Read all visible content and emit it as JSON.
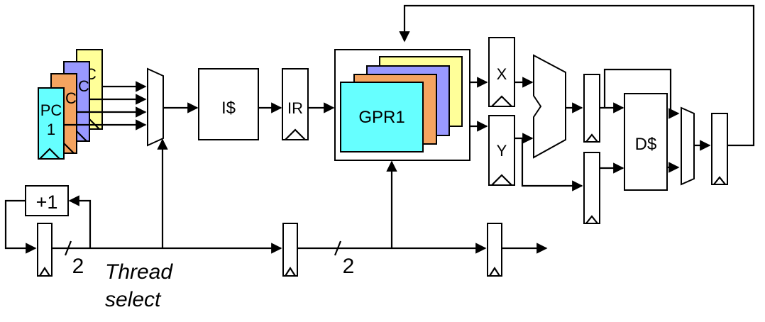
{
  "colors": {
    "yellow": "#FFFF99",
    "lavender": "#9999FF",
    "orange": "#F4A460",
    "cyan": "#66FFFF",
    "white": "#FFFFFF",
    "line": "#000000"
  },
  "pc_registers": [
    {
      "label": "C",
      "color": "yellow"
    },
    {
      "label": "C",
      "color": "lavender"
    },
    {
      "label": "C",
      "color": "orange"
    },
    {
      "label_line1": "PC",
      "label_line2": "1",
      "color": "cyan"
    }
  ],
  "labels": {
    "icache": "I$",
    "ir": "IR",
    "gpr": "GPR1",
    "x": "X",
    "y": "Y",
    "dcache": "D$",
    "incrementer": "+1",
    "bus_width_1": "2",
    "bus_width_2": "2",
    "thread_select_line1": "Thread",
    "thread_select_line2": "select"
  }
}
